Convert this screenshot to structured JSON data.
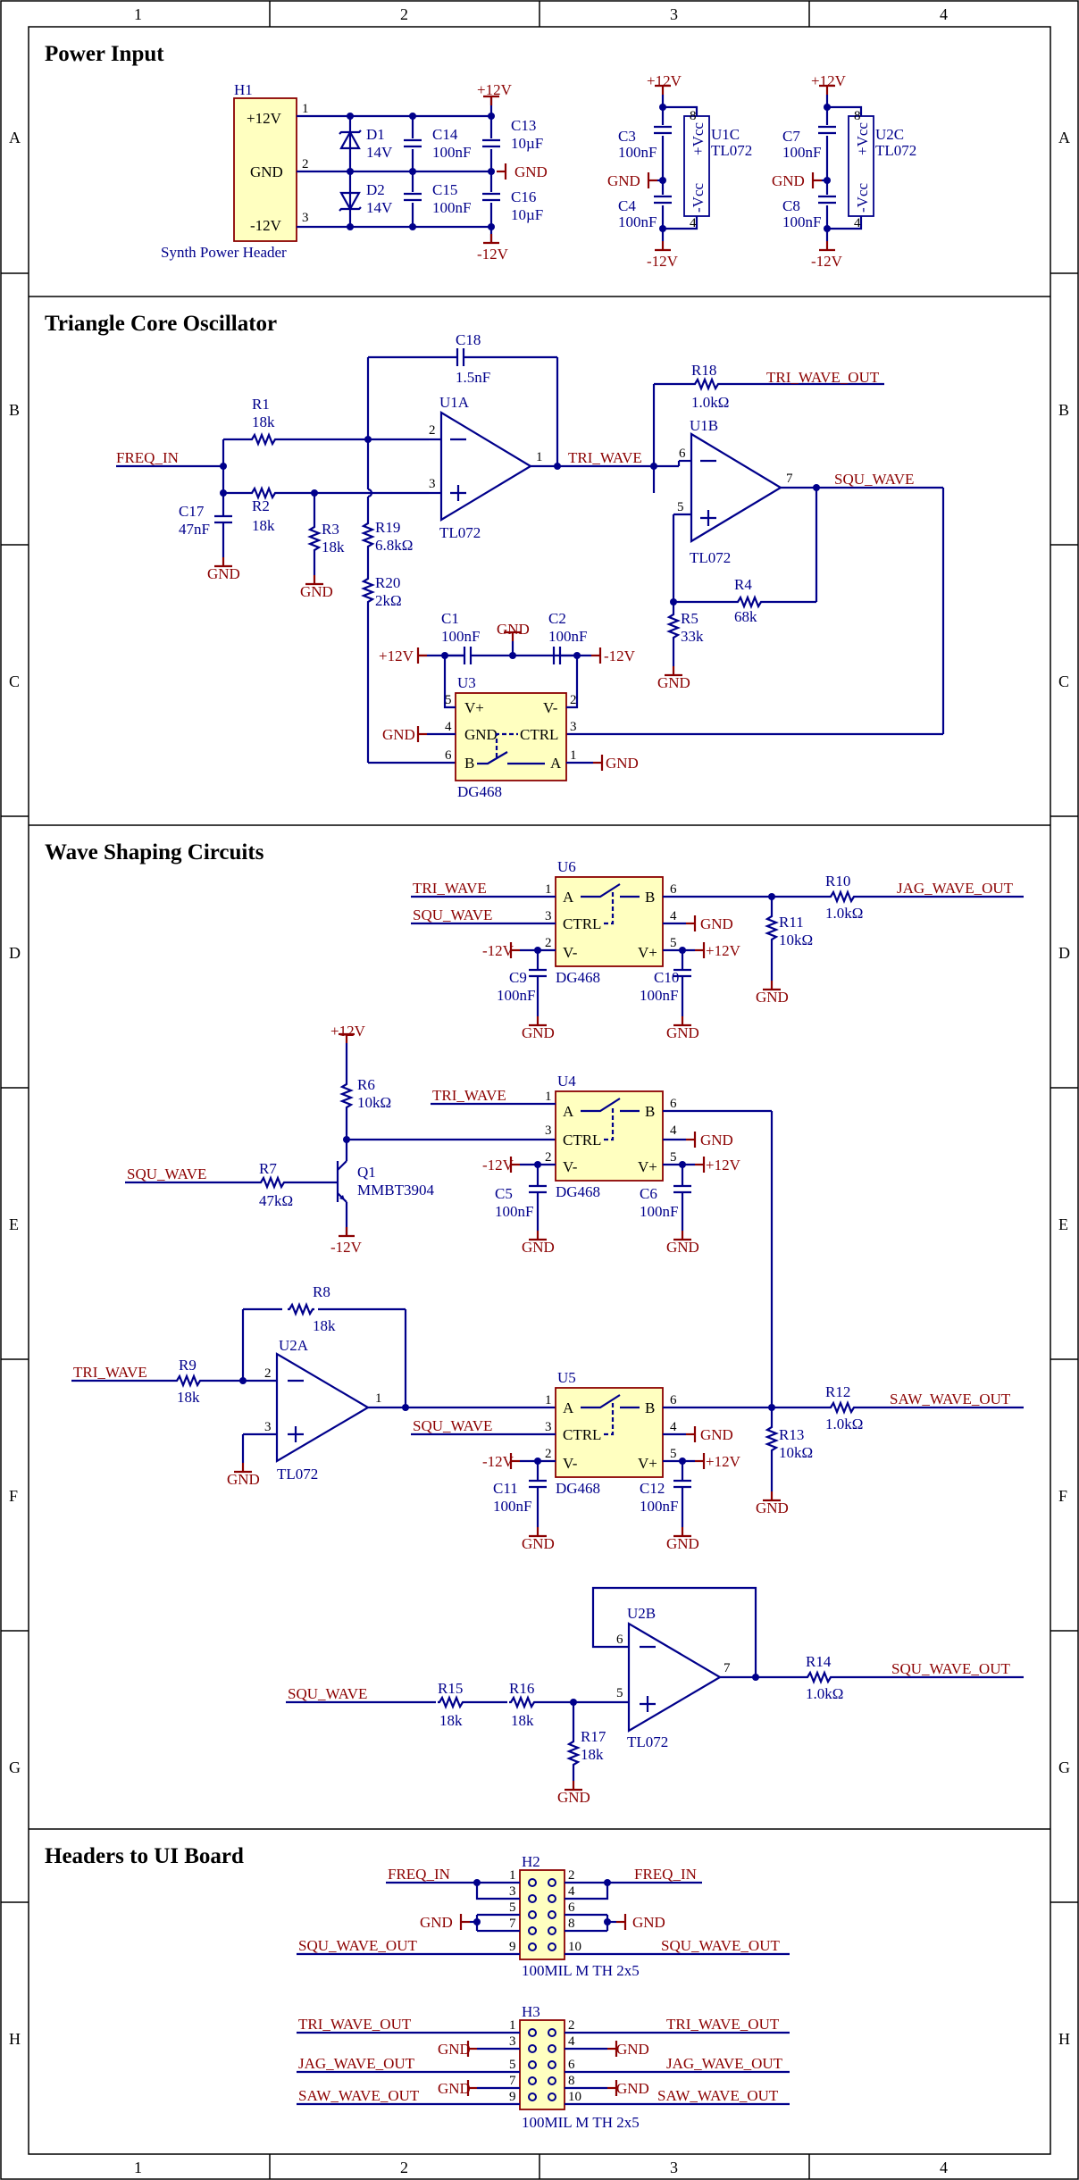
{
  "border": {
    "columns": [
      "1",
      "2",
      "3",
      "4"
    ],
    "rows": [
      "A",
      "B",
      "C",
      "D",
      "E",
      "F",
      "G",
      "H"
    ]
  },
  "sections": {
    "power": "Power Input",
    "triangle": "Triangle Core Oscillator",
    "wave": "Wave Shaping Circuits",
    "headers": "Headers to UI Board"
  },
  "power_labels": {
    "p12": "+12V",
    "m12": "-12V",
    "gnd": "GND"
  },
  "nets": {
    "freq_in": "FREQ_IN",
    "tri_wave": "TRI_WAVE",
    "squ_wave": "SQU_WAVE",
    "tri_wave_out": "TRI_WAVE_OUT",
    "squ_wave_out": "SQU_WAVE_OUT",
    "jag_wave_out": "JAG_WAVE_OUT",
    "saw_wave_out": "SAW_WAVE_OUT"
  },
  "h1": {
    "ref": "H1",
    "desc": "Synth Power Header",
    "pin1": "+12V",
    "pin2": "GND",
    "pin3": "-12V"
  },
  "components": {
    "D1": [
      "D1",
      "14V"
    ],
    "D2": [
      "D2",
      "14V"
    ],
    "C14": [
      "C14",
      "100nF"
    ],
    "C15": [
      "C15",
      "100nF"
    ],
    "C13": [
      "C13",
      "10µF"
    ],
    "C16": [
      "C16",
      "10µF"
    ],
    "C3": [
      "C3",
      "100nF"
    ],
    "C4": [
      "C4",
      "100nF"
    ],
    "C7": [
      "C7",
      "100nF"
    ],
    "C8": [
      "C8",
      "100nF"
    ],
    "U1C": [
      "U1C",
      "TL072"
    ],
    "U2C": [
      "U2C",
      "TL072"
    ],
    "C18": [
      "C18",
      "1.5nF"
    ],
    "R1": [
      "R1",
      "18k"
    ],
    "R2": [
      "R2",
      "18k"
    ],
    "R3": [
      "R3",
      "18k"
    ],
    "C17": [
      "C17",
      "47nF"
    ],
    "R19": [
      "R19",
      "6.8kΩ"
    ],
    "R20": [
      "R20",
      "2kΩ"
    ],
    "U1A": [
      "U1A",
      "TL072"
    ],
    "U1B": [
      "U1B",
      "TL072"
    ],
    "R18": [
      "R18",
      "1.0kΩ"
    ],
    "R4": [
      "R4",
      "68k"
    ],
    "R5": [
      "R5",
      "33k"
    ],
    "C1": [
      "C1",
      "100nF"
    ],
    "C2": [
      "C2",
      "100nF"
    ],
    "U3": [
      "U3",
      "DG468"
    ],
    "U6": [
      "U6",
      "DG468"
    ],
    "U4": [
      "U4",
      "DG468"
    ],
    "U5": [
      "U5",
      "DG468"
    ],
    "R10": [
      "R10",
      "1.0kΩ"
    ],
    "R11": [
      "R11",
      "10kΩ"
    ],
    "C9": [
      "C9",
      "100nF"
    ],
    "C10": [
      "C10",
      "100nF"
    ],
    "R6": [
      "R6",
      "10kΩ"
    ],
    "R7": [
      "R7",
      "47kΩ"
    ],
    "Q1": [
      "Q1",
      "MMBT3904"
    ],
    "C5": [
      "C5",
      "100nF"
    ],
    "C6": [
      "C6",
      "100nF"
    ],
    "R8": [
      "R8",
      "18k"
    ],
    "R9": [
      "R9",
      "18k"
    ],
    "U2A": [
      "U2A",
      "TL072"
    ],
    "R12": [
      "R12",
      "1.0kΩ"
    ],
    "R13": [
      "R13",
      "10kΩ"
    ],
    "C11": [
      "C11",
      "100nF"
    ],
    "C12": [
      "C12",
      "100nF"
    ],
    "U2B": [
      "U2B",
      "TL072"
    ],
    "R15": [
      "R15",
      "18k"
    ],
    "R16": [
      "R16",
      "18k"
    ],
    "R17": [
      "R17",
      "18k"
    ],
    "R14": [
      "R14",
      "1.0kΩ"
    ],
    "H2": [
      "H2",
      "100MIL M TH 2x5"
    ],
    "H3": [
      "H3",
      "100MIL M TH 2x5"
    ]
  },
  "pin_labels": {
    "vcc_p": "+Vcc",
    "vcc_m": "-Vcc",
    "vplus": "V+",
    "vminus": "V-",
    "gnd": "GND",
    "ctrl": "CTRL",
    "a": "A",
    "b": "B"
  }
}
